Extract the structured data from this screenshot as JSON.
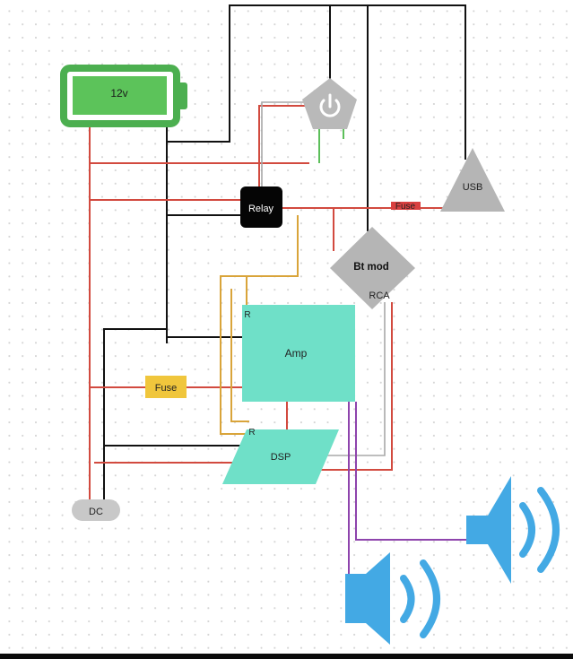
{
  "diagram": {
    "battery": {
      "label": "12v",
      "color": "#4caf50",
      "fill": "#5cc35a"
    },
    "power_button": {
      "color": "#b9b9b9"
    },
    "usb": {
      "label": "USB",
      "color": "#b5b5b5"
    },
    "relay": {
      "label": "Relay",
      "color": "#050505"
    },
    "fuse_top": {
      "label": "Fuse",
      "color": "#d94040"
    },
    "bt_module": {
      "label": "Bt mod",
      "color": "#b5b5b5"
    },
    "rca": {
      "label": "RCA"
    },
    "amp": {
      "label": "Amp",
      "color": "#6fe0c8"
    },
    "amp_r": {
      "label": "R"
    },
    "fuse_left": {
      "label": "Fuse",
      "color": "#f0c63c"
    },
    "dsp": {
      "label": "DSP",
      "color": "#6fe0c8"
    },
    "dsp_r": {
      "label": "R"
    },
    "dc": {
      "label": "DC",
      "color": "#c8c8c8"
    },
    "speaker_color": "#43a9e4",
    "wire_colors": {
      "red": "#d24a3f",
      "black": "#111111",
      "yellow": "#d9a43a",
      "green": "#5cbf5a",
      "purple": "#8e44ad",
      "grey": "#9a9a9a"
    }
  }
}
